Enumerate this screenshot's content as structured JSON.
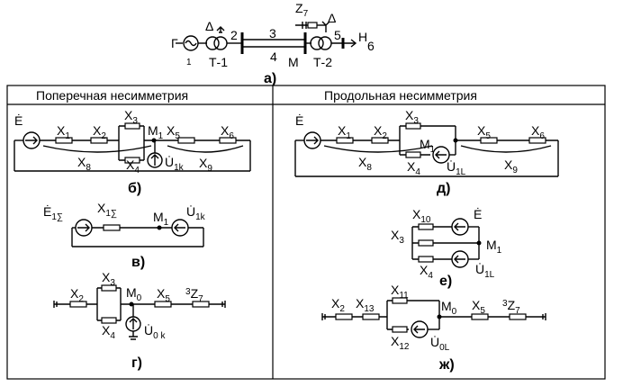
{
  "top": {
    "gen": "Г",
    "n1": "1",
    "n2": "2",
    "n3": "3",
    "n4": "4",
    "n5": "5",
    "n6": "6",
    "t1": "Т-1",
    "t2": "Т-2",
    "m": "М",
    "h": "Н",
    "z7": "Z",
    "z7sub": "7",
    "delta": "Δ",
    "caption": "а)"
  },
  "left_header": "Поперечная несимметрия",
  "right_header": "Продольная несимметрия",
  "b": {
    "e": "Ė",
    "x1": "X",
    "x1s": "1",
    "x2": "X",
    "x2s": "2",
    "x3": "X",
    "x3s": "3",
    "x4": "X",
    "x4s": "4",
    "x5": "X",
    "x5s": "5",
    "x6": "X",
    "x6s": "6",
    "x8": "X",
    "x8s": "8",
    "x9": "X",
    "x9s": "9",
    "m1": "M",
    "m1s": "1",
    "u": "U̇",
    "us": "1k",
    "caption": "б)"
  },
  "d": {
    "e": "Ė",
    "x1": "X",
    "x1s": "1",
    "x2": "X",
    "x2s": "2",
    "x3": "X",
    "x3s": "3",
    "x4": "X",
    "x4s": "4",
    "x5": "X",
    "x5s": "5",
    "x6": "X",
    "x6s": "6",
    "x8": "X",
    "x8s": "8",
    "x9": "X",
    "x9s": "9",
    "m1": "M",
    "m1s": "1",
    "u": "U̇",
    "us": "1L",
    "caption": "д)"
  },
  "v": {
    "e": "Ė",
    "es": "1∑",
    "x": "X",
    "xs": "1∑",
    "m1": "M",
    "m1s": "1",
    "u": "U̇",
    "us": "1k",
    "caption": "в)"
  },
  "e_fig": {
    "x10": "X",
    "x10s": "10",
    "x3": "X",
    "x3s": "3",
    "x4": "X",
    "x4s": "4",
    "e": "Ė",
    "m1": "M",
    "m1s": "1",
    "u": "U̇",
    "us": "1L",
    "caption": "е)"
  },
  "g": {
    "x2": "X",
    "x2s": "2",
    "x3": "X",
    "x3s": "3",
    "x4": "X",
    "x4s": "4",
    "x5": "X",
    "x5s": "5",
    "m0": "M",
    "m0s": "0",
    "z7pre": "3",
    "z7": "Z",
    "z7s": "7",
    "u": "U̇",
    "us": "0 k",
    "caption": "г)"
  },
  "zh": {
    "x2": "X",
    "x2s": "2",
    "x13": "X",
    "x13s": "13",
    "x11": "X",
    "x11s": "11",
    "x12": "X",
    "x12s": "12",
    "x5": "X",
    "x5s": "5",
    "m0": "M",
    "m0s": "0",
    "z7pre": "3",
    "z7": "Z",
    "z7s": "7",
    "u": "U̇",
    "us": "0L",
    "caption": "ж)"
  }
}
